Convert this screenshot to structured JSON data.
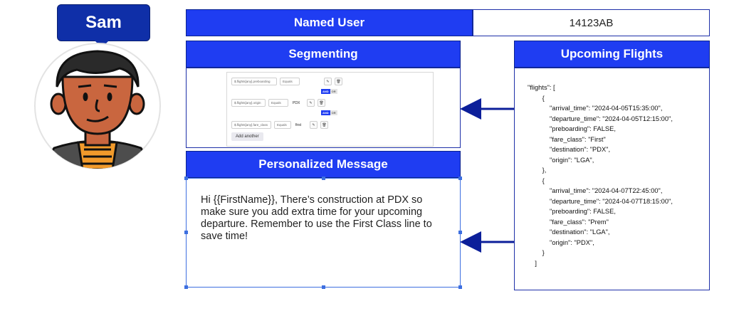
{
  "user": {
    "name": "Sam",
    "named_user_label": "Named User",
    "named_user_id": "14123AB"
  },
  "segmenting": {
    "title": "Segmenting",
    "rules": [
      {
        "field": "$.flights[any].preboarding",
        "operator": "Equals",
        "value": ""
      },
      {
        "field": "$.flights[any].origin",
        "operator": "Equals",
        "value": "PDX"
      },
      {
        "field": "$.flights[any].fare_class",
        "operator": "Equals",
        "value": "first"
      }
    ],
    "and_label": "AND",
    "or_label": "OR",
    "add_another_label": "Add another"
  },
  "personalized_message": {
    "title": "Personalized Message",
    "text": "Hi {{FirstName}}, There’s construction at PDX so make sure you add extra time for your upcoming departure. Remember to use the First Class line to save time!"
  },
  "upcoming_flights": {
    "title": "Upcoming Flights",
    "lines": [
      "\"flights\": [",
      "        {",
      "            \"arrival_time\": \"2024-04-05T15:35:00\",",
      "            \"departure_time\": \"2024-04-05T12:15:00\",",
      "            \"preboarding\": FALSE,",
      "            \"fare_class\": \"First\"",
      "            \"destination\": \"PDX\",",
      "            \"origin\": \"LGA\",",
      "        },",
      "        {",
      "            \"arrival_time\": \"2024-04-07T22:45:00\",",
      "            \"departure_time\": \"2024-04-07T18:15:00\",",
      "            \"preboarding\": FALSE,",
      "            \"fare_class\": \"Prem\"",
      "            \"destination\": \"LGA\",",
      "            \"origin\": \"PDX\",",
      "        }",
      "    ]"
    ]
  },
  "colors": {
    "header_blue": "#1f3df2",
    "badge_navy": "#0f2fa8",
    "arrow_navy": "#0c1f9a"
  }
}
